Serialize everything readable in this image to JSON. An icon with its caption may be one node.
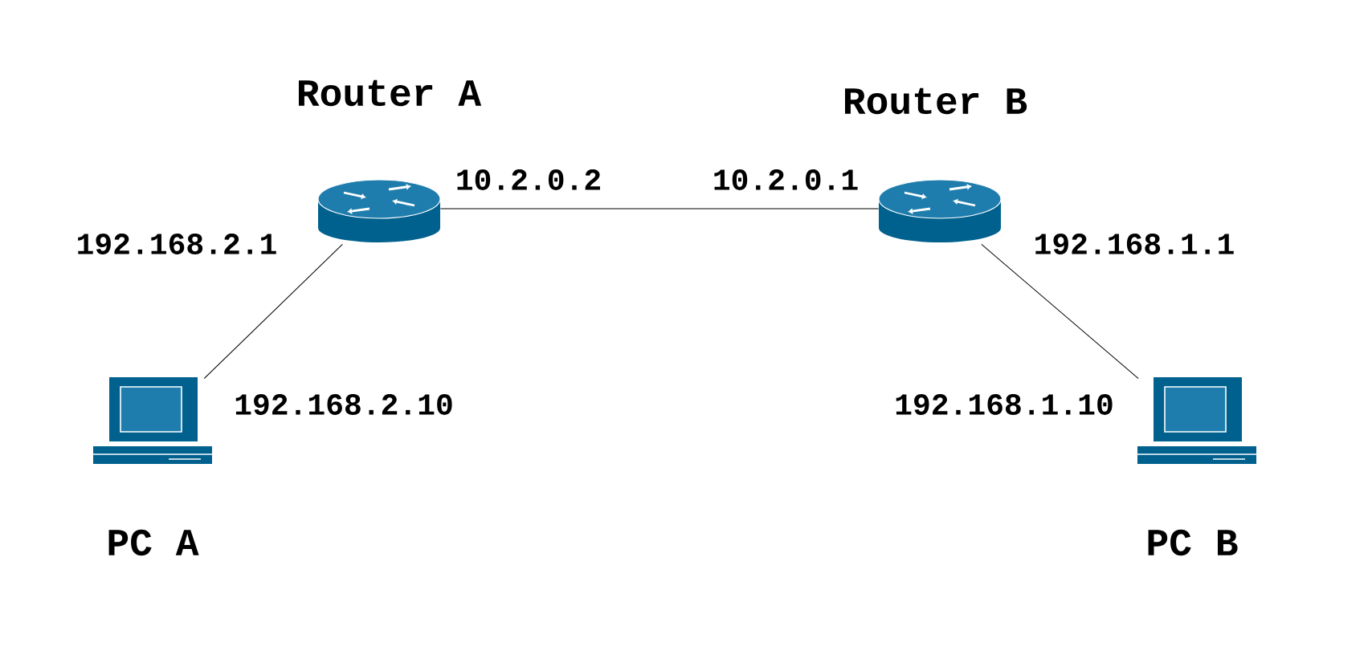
{
  "diagram": {
    "nodes": [
      {
        "text": [
          "Router A"
        ],
        "beside": [
          "10.2.0.2",
          "192.168.2.1"
        ]
      },
      {
        "text": [
          "Router B"
        ],
        "beside": [
          "10.2.0.1",
          "192.168.1.1"
        ]
      },
      {
        "text": [
          "PC A"
        ],
        "beside": [
          "192.168.2.10"
        ]
      },
      {
        "text": [
          "PC B"
        ],
        "beside": [
          "192.168.1.10"
        ]
      }
    ],
    "edges": [
      {
        "from": 0,
        "to": 1,
        "arrow": "none"
      },
      {
        "from": 0,
        "to": 2,
        "arrow": "none"
      },
      {
        "from": 1,
        "to": 3,
        "arrow": "none"
      }
    ]
  }
}
